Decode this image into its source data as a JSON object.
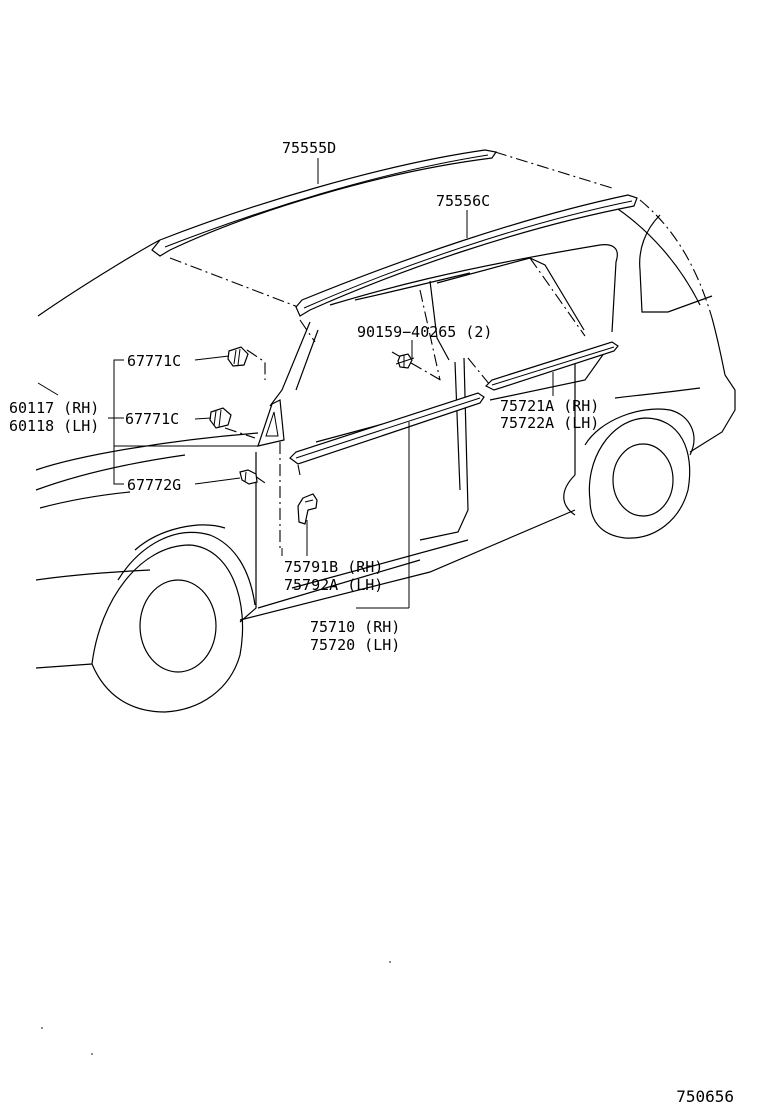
{
  "labels": {
    "p75555d": "75555D",
    "p75556c": "75556C",
    "p90159": "90159−40265 (2)",
    "p67771c_a": "67771C",
    "p67771c_b": "67771C",
    "p67772g": "67772G",
    "p60117": "60117 (RH)",
    "p60118": "60118 (LH)",
    "p75721a": "75721A (RH)",
    "p75722a": "75722A (LH)",
    "p75791b": "75791B (RH)",
    "p75792a": "75792A (LH)",
    "p75710": "75710 (RH)",
    "p75720": "75720 (LH)"
  },
  "figure_number": "750656"
}
